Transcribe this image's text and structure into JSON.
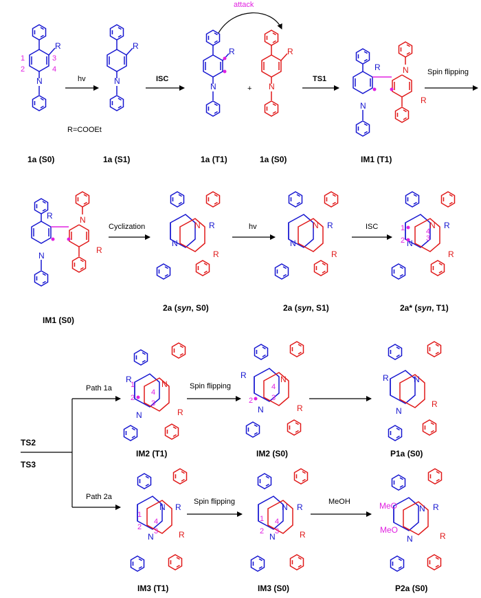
{
  "colors": {
    "molecule_a": "#1515d0",
    "molecule_b": "#e01818",
    "highlight": "#e020e0",
    "text": "#000000"
  },
  "row1": {
    "attack": "attack",
    "substituent_note": "R=COOEt",
    "arrows": [
      "hv",
      "ISC",
      "TS1",
      "Spin flipping"
    ],
    "plus": "+",
    "labels": [
      {
        "name": "1a",
        "state": "(S0)"
      },
      {
        "name": "1a",
        "state": "(S1)"
      },
      {
        "name": "1a",
        "state": "(T1)"
      },
      {
        "name": "1a",
        "state": "(S0)"
      },
      {
        "name": "IM1",
        "state": "(T1)"
      }
    ]
  },
  "row2": {
    "arrows": [
      "Cyclization",
      "hv",
      "ISC"
    ],
    "labels": [
      {
        "name": "IM1",
        "italic": "",
        "state": "(S0)"
      },
      {
        "name": "2a",
        "italic": "syn",
        "state": ", S0)"
      },
      {
        "name": "2a",
        "italic": "syn",
        "state": ", S1)"
      },
      {
        "name": "2a*",
        "italic": "syn",
        "state": ", T1)"
      }
    ]
  },
  "row3": {
    "ts": [
      "TS2",
      "TS3"
    ],
    "arrows": [
      "Path 1a",
      "Spin flipping",
      "Path 2a",
      "Spin flipping",
      "MeOH"
    ],
    "labels": [
      {
        "name": "IM2",
        "state": "(T1)"
      },
      {
        "name": "IM2",
        "state": "(S0)"
      },
      {
        "name": "P1a",
        "state": "(S0)"
      },
      {
        "name": "IM3",
        "state": "(T1)"
      },
      {
        "name": "IM3",
        "state": "(S0)"
      },
      {
        "name": "P2a",
        "state": "(S0)"
      }
    ]
  },
  "atoms": {
    "N": "N",
    "R": "R",
    "MeO": "MeO",
    "n1": "1",
    "n2": "2",
    "n3": "3",
    "n4": "4",
    "dot": "•"
  }
}
